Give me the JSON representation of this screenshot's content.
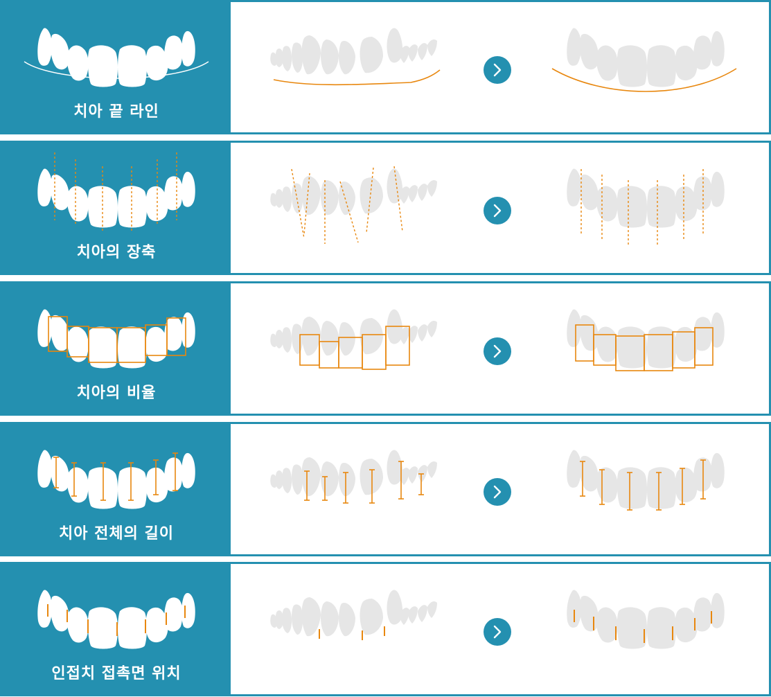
{
  "colors": {
    "primary": "#2490b0",
    "tooth": "#e6e6e6",
    "guide": "#e8870e",
    "white": "#ffffff"
  },
  "rows": [
    {
      "label": "치아 끝 라인",
      "arrow_icon": "chevron-right-icon"
    },
    {
      "label": "치아의 장축",
      "arrow_icon": "chevron-right-icon"
    },
    {
      "label": "치아의 비율",
      "arrow_icon": "chevron-right-icon"
    },
    {
      "label": "치아 전체의 길이",
      "arrow_icon": "chevron-right-icon"
    },
    {
      "label": "인접치 접촉면 위치",
      "arrow_icon": "chevron-right-icon"
    }
  ]
}
